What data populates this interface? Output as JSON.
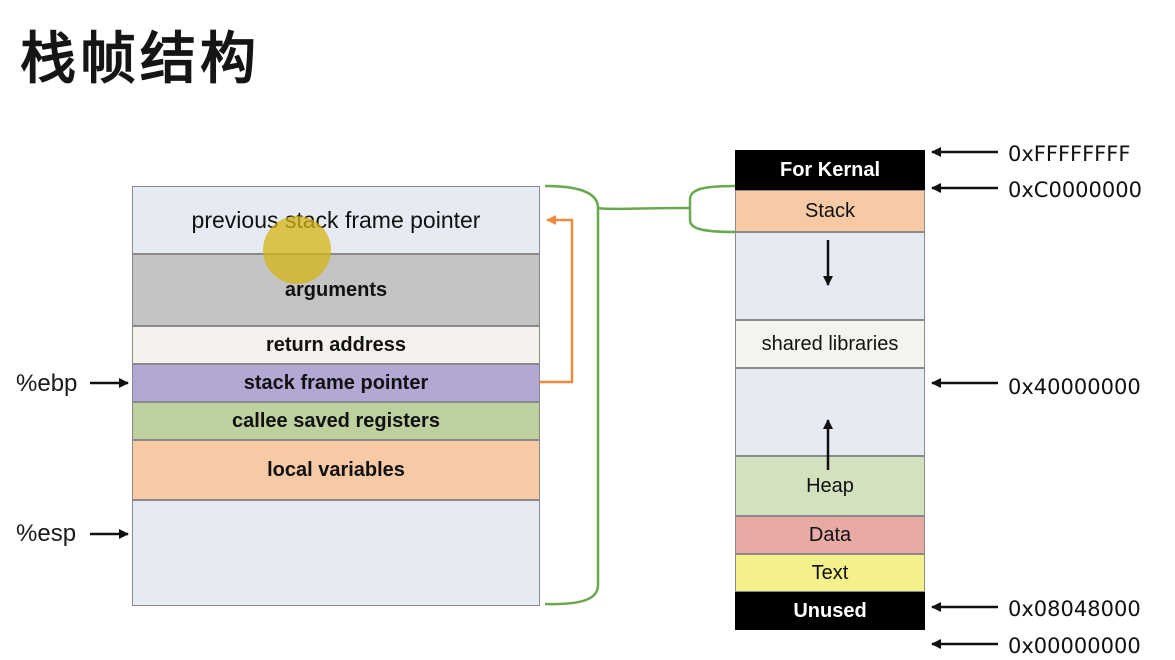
{
  "title": "栈帧结构",
  "stack_frame": {
    "segments": [
      {
        "name": "frame-previous-stack-frame-pointer",
        "label": "previous stack frame pointer",
        "color": "#e6eaf2"
      },
      {
        "name": "frame-arguments",
        "label": "arguments",
        "color": "#c4c4c4"
      },
      {
        "name": "frame-return-address",
        "label": "return address",
        "color": "#f5f1ec"
      },
      {
        "name": "frame-stack-frame-pointer",
        "label": "stack frame pointer",
        "color": "#b3a8d3"
      },
      {
        "name": "frame-callee-saved-registers",
        "label": "callee saved registers",
        "color": "#bcd19e"
      },
      {
        "name": "frame-local-variables",
        "label": "local variables",
        "color": "#f7c9a5"
      },
      {
        "name": "frame-empty",
        "label": "",
        "color": "#e6eaf2"
      }
    ],
    "pointer_labels": {
      "ebp": "%ebp",
      "esp": "%esp"
    }
  },
  "memory_layout": {
    "segments": [
      {
        "name": "mem-for-kernal",
        "label": "For Kernal",
        "color": "#000000"
      },
      {
        "name": "mem-stack",
        "label": "Stack",
        "color": "#f7c9a5"
      },
      {
        "name": "mem-stack-growth",
        "label": "",
        "color": "#e6eaf2"
      },
      {
        "name": "mem-shared-libraries",
        "label": "shared libraries",
        "color": "#f5f3ee"
      },
      {
        "name": "mem-heap-growth",
        "label": "",
        "color": "#e6eaf2"
      },
      {
        "name": "mem-heap",
        "label": "Heap",
        "color": "#d3e1be"
      },
      {
        "name": "mem-data",
        "label": "Data",
        "color": "#e8aaa5"
      },
      {
        "name": "mem-text",
        "label": "Text",
        "color": "#f4f08c"
      },
      {
        "name": "mem-unused",
        "label": "Unused",
        "color": "#000000"
      }
    ],
    "addresses": {
      "top": "0xFFFFFFFF",
      "kernel_boundary": "0xC0000000",
      "shared_libs": "0x40000000",
      "text_start": "0x08048000",
      "bottom": "0x00000000"
    }
  },
  "colors": {
    "bracket": "#6aa84f",
    "link_arrow": "#ef8a3c",
    "arrow": "#111111"
  }
}
